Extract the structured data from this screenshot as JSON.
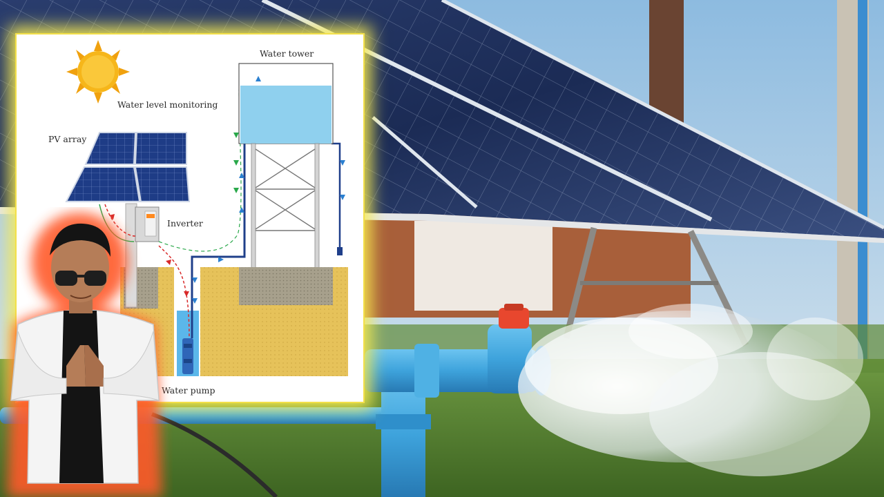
{
  "thumbnail": {
    "diagram": {
      "labels": {
        "water_tower": "Water tower",
        "water_level_monitoring": "Water level monitoring",
        "pv_array": "PV array",
        "inverter": "Inverter",
        "water_pump": "Water pump"
      }
    },
    "colors": {
      "sky": "#9ec6e6",
      "panel_blue": "#1d3260",
      "pipe_blue": "#3ea3dc",
      "grass": "#4f7a2c",
      "water": "#8fd0ee",
      "ground": "#e6c25a",
      "highlight": "#f3e04a",
      "presenter_glow": "#ff5a2a",
      "valve": "#e8472e"
    },
    "icons": [
      "sun-icon",
      "solar-panel-icon",
      "inverter-icon",
      "water-pump-icon",
      "water-tower-icon"
    ]
  }
}
